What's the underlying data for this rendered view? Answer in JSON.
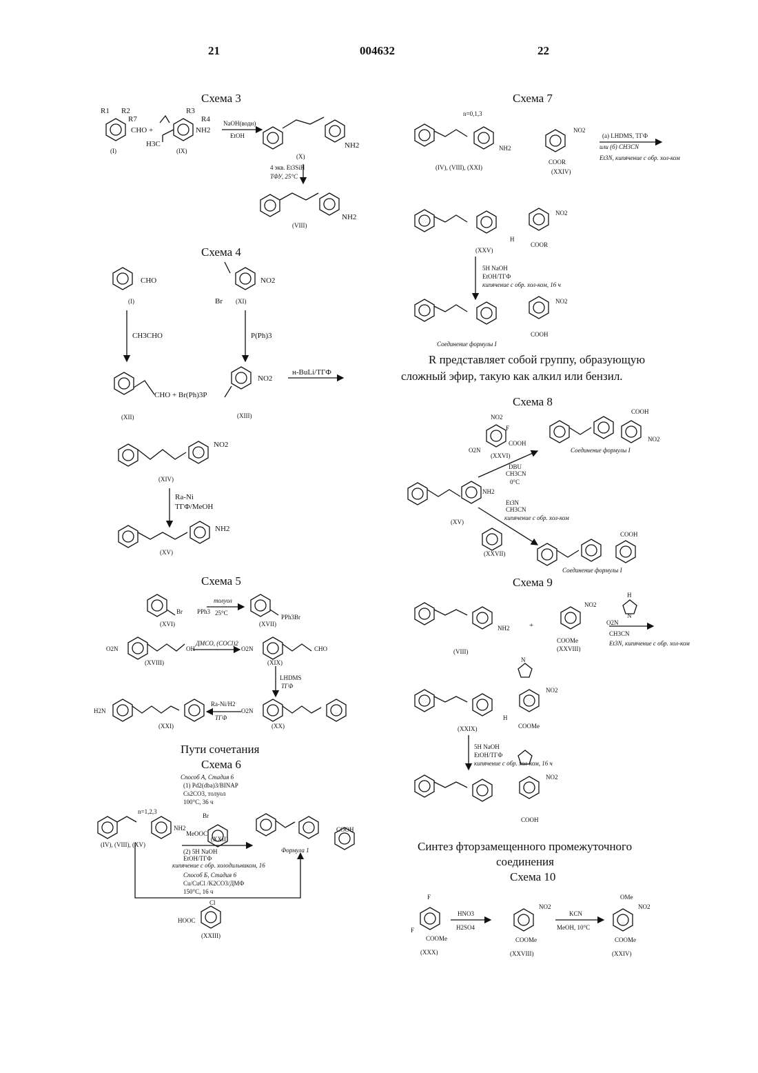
{
  "header": {
    "left_page": "21",
    "doc_number": "004632",
    "right_page": "22"
  },
  "schemes": {
    "s3": {
      "title": "Схема 3",
      "labels": [
        "CHO +",
        "H3C",
        "(I)",
        "(IX)",
        "NH2",
        "NaOH(водн)",
        "EtOH",
        "(X)",
        "NH2",
        "4 экв. Et3SiH",
        "ТФУ, 25°C",
        "(VIII)",
        "NH2",
        "R1",
        "R2",
        "R7",
        "R3",
        "R4"
      ]
    },
    "s4": {
      "title": "Схема 4",
      "labels": [
        "CHO",
        "(I)",
        "Br",
        "NO2",
        "(XI)",
        "CH3CHO",
        "P(Ph)3",
        "CHO + Br(Ph)3P",
        "NO2",
        "н-BuLi/ТГФ",
        "(XII)",
        "(XIII)",
        "NO2",
        "(XIV)",
        "Ra-Ni",
        "ТГФ/MeOH",
        "NH2",
        "(XV)"
      ]
    },
    "s5": {
      "title": "Схема 5",
      "labels": [
        "Br",
        "PPh3",
        "толуол",
        "25°C",
        "PPh3Br",
        "(XVI)",
        "(XVII)",
        "O2N",
        "OH",
        "ДМСО, (COCl)2",
        "O2N",
        "CHO",
        "(XVIII)",
        "(XIX)",
        "LHDMS",
        "ТГФ",
        "H2N",
        "Ra-Ni/H2",
        "ТГФ",
        "O2N",
        "(XXI)",
        "(XX)"
      ]
    },
    "coupling_title": "Пути сочетания",
    "s6": {
      "title": "Схема 6",
      "labels": [
        "Способ А, Стадия 6",
        "(1) Pd2(dba)3/BINAP",
        "Cs2CO3, толуол",
        "100°C, 36 ч",
        "n=1,2,3",
        "NH2",
        "Br",
        "MeOOC",
        "(XXII)",
        "COOH",
        "(IV), (VIII), (XV)",
        "(2) 5Н NaOH",
        "EtOH/ТГФ",
        "кипячение с обр. холодильником, 16",
        "Формула 1",
        "Способ Б, Стадия 6",
        "Cu/CuCl /K2CO3/ДМФ",
        "150°C, 16 ч",
        "Cl",
        "HOOC",
        "(XXIII)"
      ]
    },
    "s7": {
      "title": "Схема 7",
      "labels": [
        "n=0,1,3",
        "NH2",
        "(IV), (VIII), (XXI)",
        "NO2",
        "COOR",
        "(XXIV)",
        "(a) LHDMS, ТГФ",
        "или (б) CH3CN",
        "Et3N, кипячение с обр. хол-ком",
        "NO2",
        "H",
        "COOR",
        "(XXV)",
        "5Н NaOH",
        "EtOH/ТГФ",
        "кипячение с обр. хол-ком, 16 ч",
        "NO2",
        "COOH",
        "Соединение формулы I"
      ]
    },
    "s8": {
      "title": "Схема 8",
      "labels": [
        "NO2",
        "F",
        "COOH",
        "O2N",
        "(XXVI)",
        "COOH",
        "NO2",
        "Соединение формулы I",
        "DBU",
        "CH3CN",
        "0°C",
        "NH2",
        "(XV)",
        "Et3N",
        "CH3CN",
        "кипячение с обр. хол-ком",
        "COOH",
        "(XXVII)",
        "Соединение формулы I"
      ]
    },
    "s9": {
      "title": "Схема 9",
      "labels": [
        "NH2",
        "+",
        "NO2",
        "COOMe",
        "(VIII)",
        "(XXVIII)",
        "N",
        "H",
        "O2N",
        "CH3CN",
        "Et3N, кипячение с обр. хол-ком",
        "N",
        "NO2",
        "H",
        "COOMe",
        "(XXIX)",
        "5Н NaOH",
        "EtOH/ТГФ",
        "кипячение с обр. хол-ком, 16 ч",
        "NO2",
        "COOH"
      ]
    },
    "s10": {
      "title": "Схема 10",
      "labels": [
        "F",
        "F",
        "COOMe",
        "(XXX)",
        "HNO3",
        "H2SO4",
        "NO2",
        "COOMe",
        "(XXVIII)",
        "KCN",
        "MeOH, 10°C",
        "OMe",
        "NO2",
        "COOMe",
        "(XXIV)"
      ]
    }
  },
  "text": {
    "r_definition": "R представляет собой группу, образующую сложный эфир, такую как алкил или бензил.",
    "fluoro_title_line1": "Синтез фторзамещенного промежуточного",
    "fluoro_title_line2": "соединения"
  }
}
